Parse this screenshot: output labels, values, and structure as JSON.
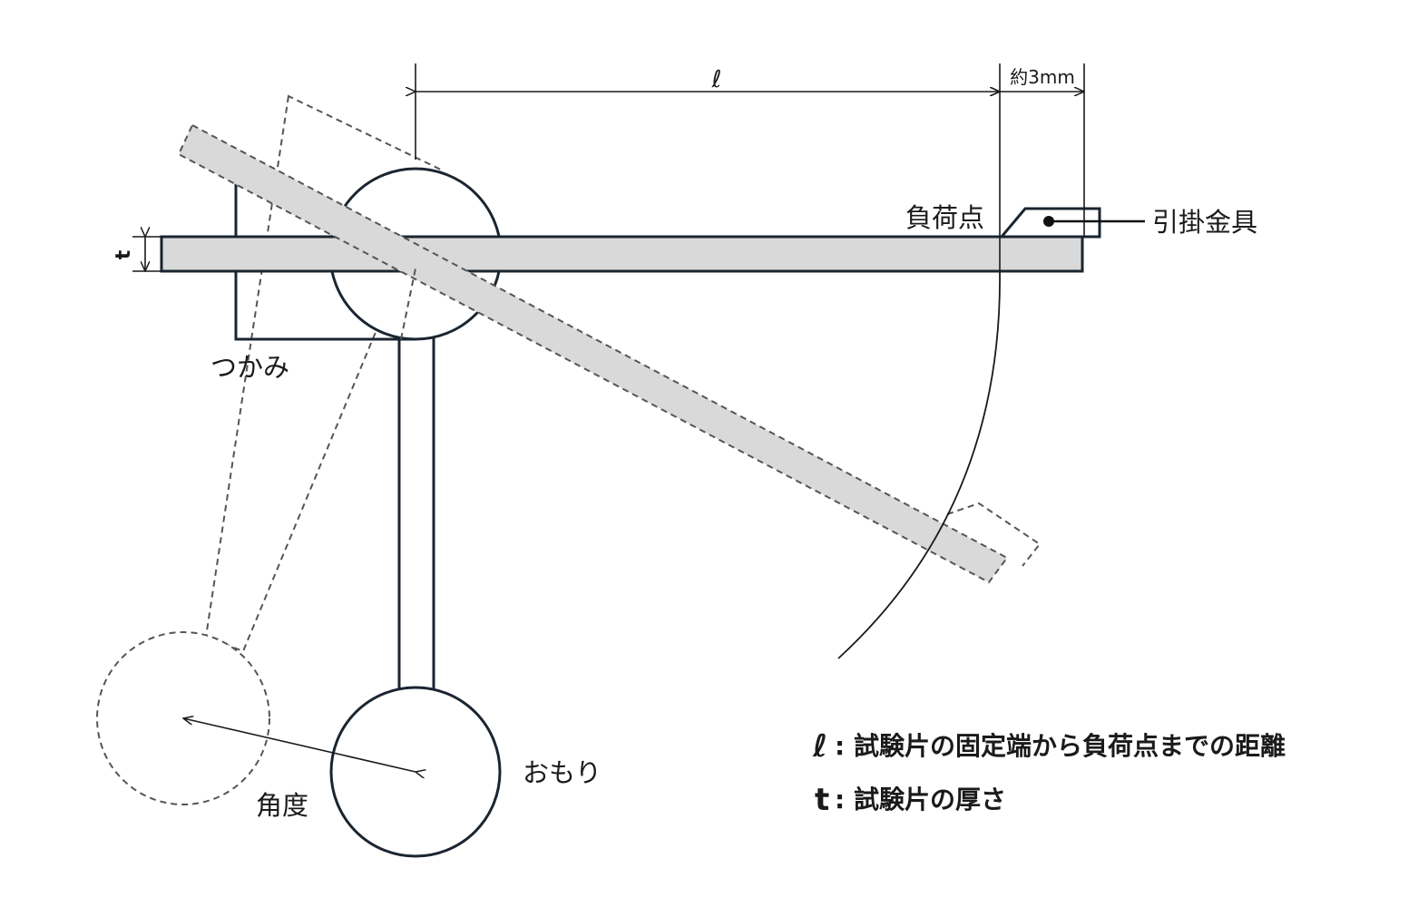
{
  "diagram": {
    "labels": {
      "length_symbol": "ℓ",
      "gap": "約3mm",
      "thickness_symbol": "t",
      "load_point": "負荷点",
      "hook_fitting": "引掛金具",
      "grip": "つかみ",
      "weight": "おもり",
      "angle": "角度"
    },
    "legend": [
      {
        "symbol": "ℓ",
        "text": ": 試験片の固定端から負荷点までの距離"
      },
      {
        "symbol": "t",
        "text": ": 試験片の厚さ"
      }
    ]
  },
  "colors": {
    "line": "#1a2530",
    "specimen_fill": "#d9d9d9",
    "dashed": "#555555"
  }
}
